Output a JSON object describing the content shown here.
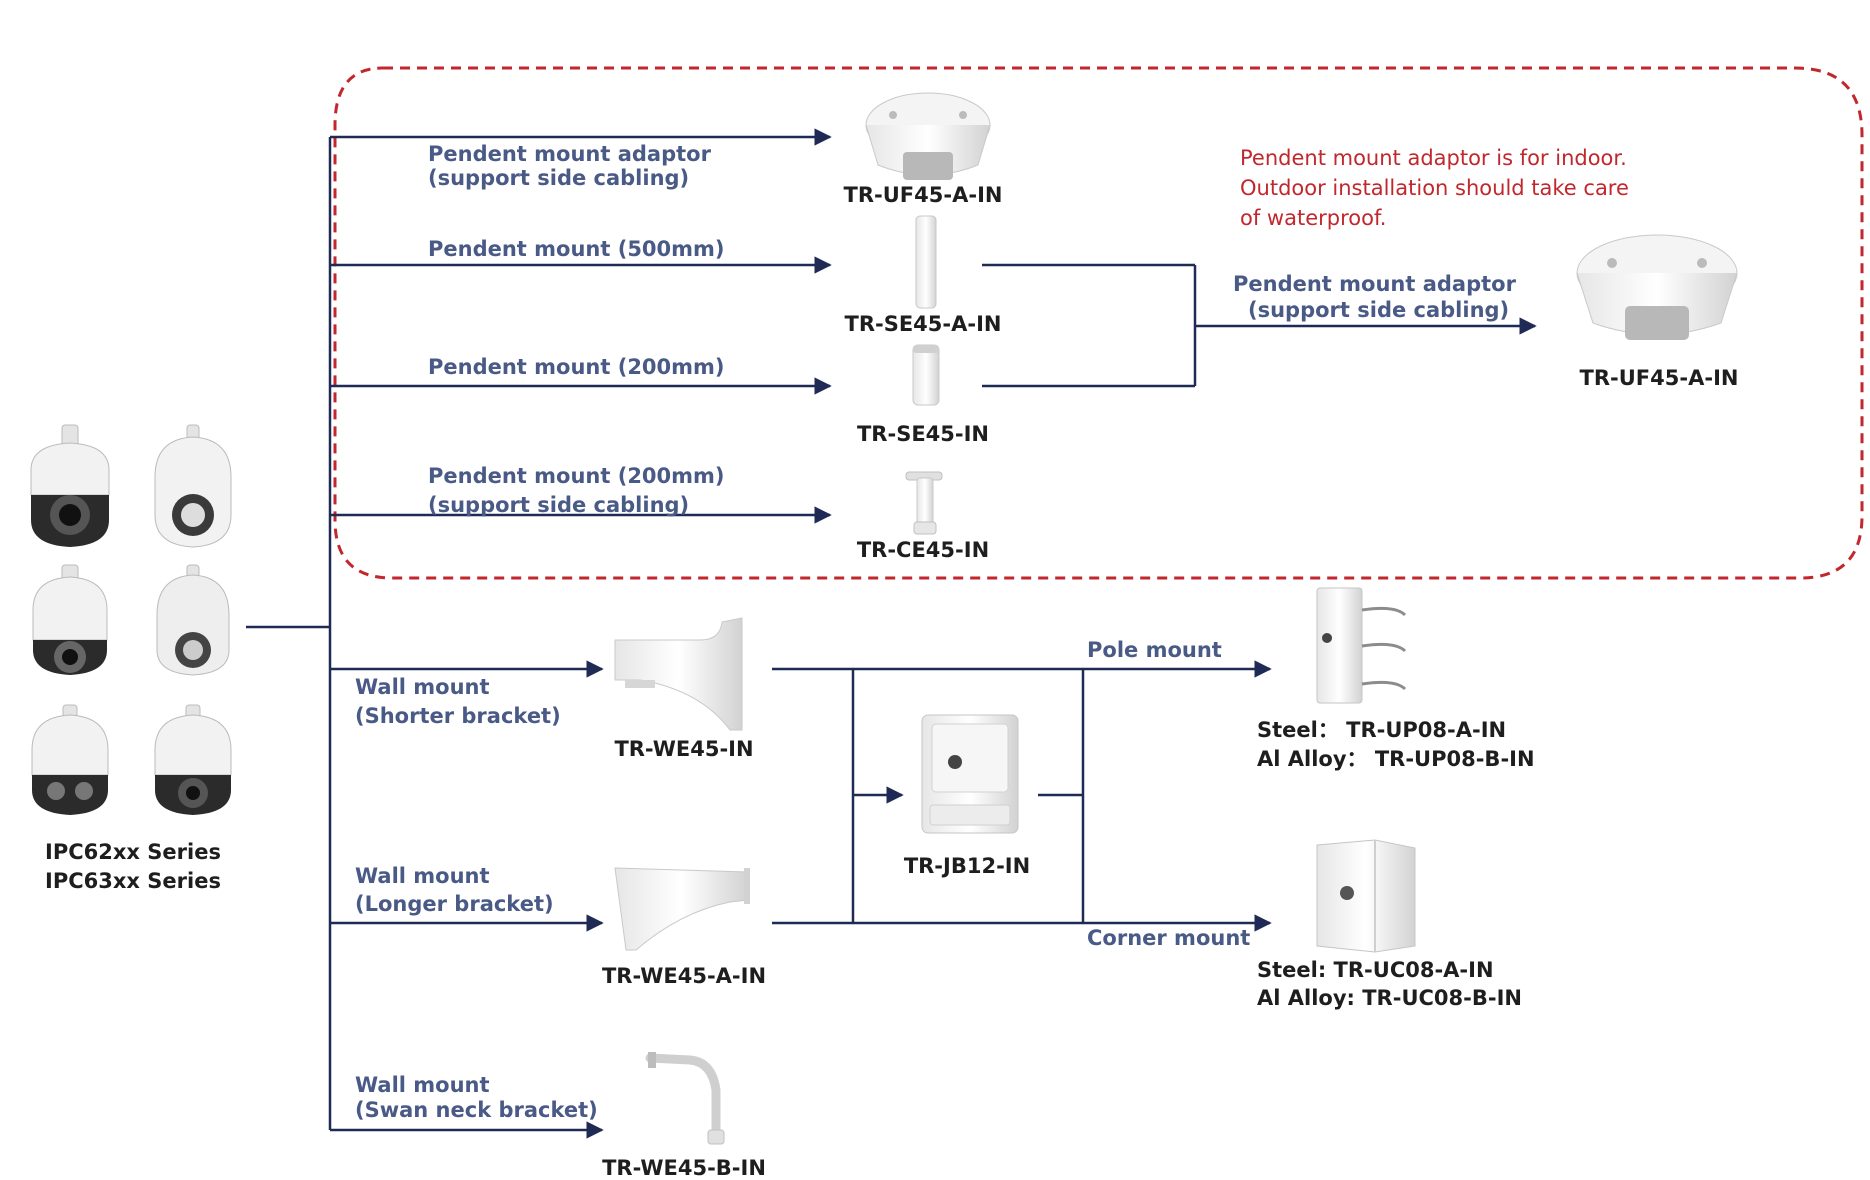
{
  "colors": {
    "line": "#1f2a55",
    "caption": "#4a5a86",
    "code": "#1e1e1e",
    "note": "#c1272d",
    "dash_border": "#c1272d"
  },
  "series": {
    "line1": "IPC62xx Series",
    "line2": "IPC63xx Series",
    "camera_icons": [
      "ptz-camera-icon",
      "ptz-camera-icon",
      "ptz-camera-icon",
      "ptz-camera-icon",
      "ptz-camera-icon",
      "ptz-camera-icon"
    ]
  },
  "note": {
    "line1": "Pendent  mount adaptor is for indoor.",
    "line2": "Outdoor installation should take care",
    "line3": "of waterproof."
  },
  "pendent": {
    "adaptor_label_1": "Pendent  mount adaptor",
    "adaptor_label_2": "(support side cabling)",
    "adaptor_code": "TR-UF45-A-IN",
    "mount500_label": "Pendent  mount (500mm)",
    "mount500_code": "TR-SE45-A-IN",
    "mount200_label": "Pendent  mount (200mm)",
    "mount200_code": "TR-SE45-IN",
    "mount200side_label_1": "Pendent  mount (200mm)",
    "mount200side_label_2": "(support side cabling)",
    "mount200side_code": "TR-CE45-IN",
    "right_adaptor_label_1": "Pendent  mount adaptor",
    "right_adaptor_label_2": "(support side cabling)",
    "right_adaptor_code": "TR-UF45-A-IN"
  },
  "wall": {
    "shorter_label_1": "Wall mount",
    "shorter_label_2": "(Shorter bracket)",
    "shorter_code": "TR-WE45-IN",
    "longer_label_1": "Wall mount",
    "longer_label_2": "(Longer bracket)",
    "longer_code": "TR-WE45-A-IN",
    "swan_label_1": "Wall mount",
    "swan_label_2": "(Swan neck bracket)",
    "swan_code": "TR-WE45-B-IN",
    "junction_code": "TR-JB12-IN"
  },
  "pole": {
    "label": "Pole mount",
    "steel": "Steel： TR-UP08-A-IN",
    "alloy": "Al Alloy： TR-UP08-B-IN"
  },
  "corner": {
    "label": "Corner mount",
    "steel": "Steel: TR-UC08-A-IN",
    "alloy": "Al Alloy: TR-UC08-B-IN"
  }
}
